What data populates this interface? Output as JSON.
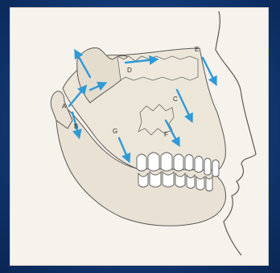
{
  "labels": {
    "a": "A",
    "b": "B",
    "c": "C",
    "d": "D",
    "e": "E",
    "f": "F",
    "g": "G"
  },
  "colors": {
    "background": "#123a76",
    "panel": "#f6f2ec",
    "bone": "#ece6d9",
    "outline": "#5a5a5a",
    "arrow": "#2f9ad6"
  },
  "icons": {
    "arrow": "growth-arrow-icon"
  }
}
